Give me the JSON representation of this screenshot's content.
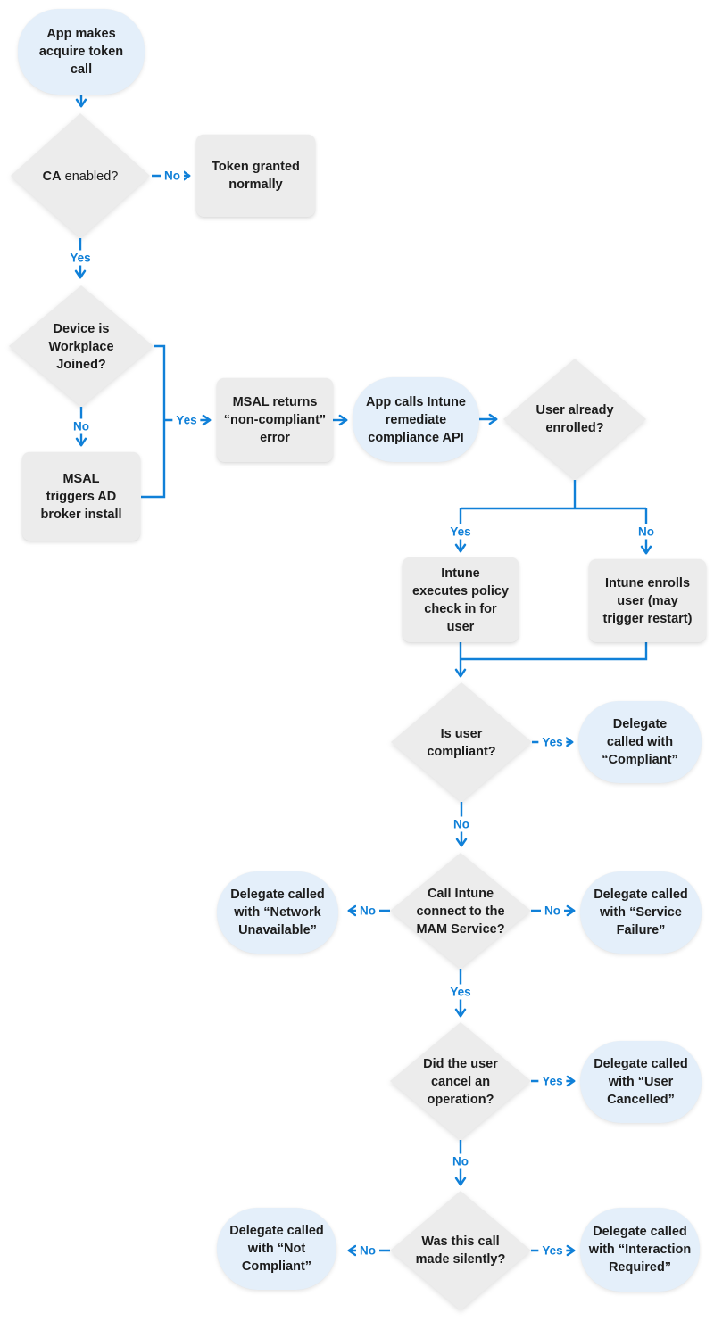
{
  "diagram": {
    "description": "Flowchart of app acquire-token call with Conditional Access, MSAL broker, and Intune MAM compliance remediation",
    "colors": {
      "accent_blue": "#1080d8",
      "node_gray": "#ececec",
      "pill_blue": "#e4effa",
      "text_dark": "#1c1c1c",
      "background": "#ffffff"
    }
  },
  "nodes": {
    "start": {
      "label": "App makes\nacquire token\ncall"
    },
    "ca": {
      "label_bold": "CA",
      "label_rest": " enabled?"
    },
    "token": {
      "label": "Token granted\nnormally"
    },
    "workplace": {
      "label": "Device is\nWorkplace\nJoined?"
    },
    "broker": {
      "label": "MSAL\ntriggers AD\nbroker install"
    },
    "msal_returns": {
      "label": "MSAL returns\n“non-compliant”\nerror"
    },
    "remediate": {
      "label": "App calls Intune\nremediate\ncompliance API"
    },
    "enrolled": {
      "label": "User already\nenrolled?"
    },
    "policy": {
      "label": "Intune\nexecutes policy\ncheck in for\nuser"
    },
    "enrolls": {
      "label": "Intune enrolls\nuser (may\ntrigger restart)"
    },
    "compliant_q": {
      "label": "Is user\ncompliant?"
    },
    "delegate_compliant": {
      "label": "Delegate\ncalled with\n“Compliant”"
    },
    "mam_q": {
      "label": "Call Intune\nconnect to the\nMAM Service?"
    },
    "delegate_network": {
      "label": "Delegate called\nwith “Network\nUnavailable”"
    },
    "delegate_service": {
      "label": "Delegate called\nwith “Service\nFailure”"
    },
    "cancel_q": {
      "label": "Did the user\ncancel an\noperation?"
    },
    "delegate_cancelled": {
      "label": "Delegate called\nwith “User\nCancelled”"
    },
    "silent_q": {
      "label": "Was this call\nmade silently?"
    },
    "delegate_notcompliant": {
      "label": "Delegate called\nwith “Not\nCompliant”"
    },
    "delegate_interaction": {
      "label": "Delegate called\nwith “Interaction\nRequired”"
    }
  },
  "edge_labels": {
    "ca_no": "No",
    "ca_yes": "Yes",
    "workplace_yes": "Yes",
    "workplace_no": "No",
    "enrolled_yes": "Yes",
    "enrolled_no": "No",
    "compliant_yes": "Yes",
    "compliant_no": "No",
    "mam_no_left": "No",
    "mam_no_right": "No",
    "mam_yes": "Yes",
    "cancel_yes": "Yes",
    "cancel_no": "No",
    "silent_no": "No",
    "silent_yes": "Yes"
  }
}
